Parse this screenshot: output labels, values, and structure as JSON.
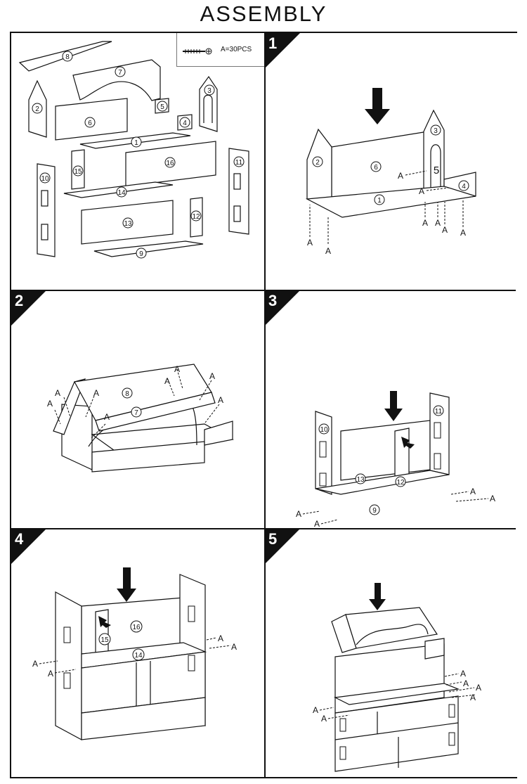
{
  "title": "ASSEMBLY",
  "legend": {
    "screw_text": "A=30PCS",
    "icon": "screw-icon"
  },
  "screw_label": "A",
  "steps": [
    {
      "number": "1"
    },
    {
      "number": "2"
    },
    {
      "number": "3"
    },
    {
      "number": "4"
    },
    {
      "number": "5"
    }
  ],
  "parts": [
    "1",
    "2",
    "3",
    "4",
    "5",
    "6",
    "7",
    "8",
    "9",
    "10",
    "11",
    "12",
    "13",
    "14",
    "15",
    "16"
  ],
  "colors": {
    "line": "#111111",
    "background": "#ffffff"
  }
}
